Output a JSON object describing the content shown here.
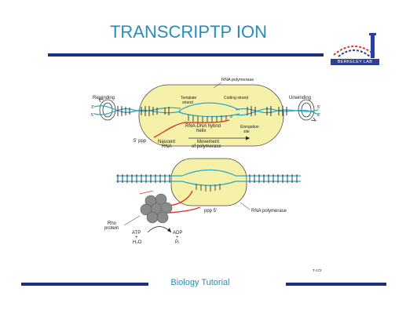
{
  "slide": {
    "title": "TRANSCRIPTP ION",
    "footer": "Biology Tutorial",
    "logo_text": "BERKELEY LAB"
  },
  "diagram": {
    "top": {
      "rna_polymerase": "RNA polymerase",
      "template_strand": "Template strand",
      "coding_strand": "Coding strand",
      "rewinding": "Rewinding",
      "unwinding": "Unwinding",
      "hybrid_line1": "RNA-DNA hybrid",
      "hybrid_line2": "helix",
      "elongation_line1": "Elongation",
      "elongation_line2": "site",
      "five_ppp": "5′ ppp",
      "nascent_line1": "Nascent",
      "nascent_line2": "RNA",
      "movement_line1": "Movement",
      "movement_line2": "of polymerase",
      "end_3_left": "3′",
      "end_5_left": "5′",
      "end_5_right": "5′",
      "end_3_right": "3′",
      "end_3_mid": "3′"
    },
    "bottom": {
      "rho_line1": "Rho",
      "rho_line2": "protein",
      "ppp5": "ppp 5′",
      "rna_polymerase": "RNA polymerase",
      "atp_line1": "ATP",
      "atp_line2": "+",
      "atp_line3": "H₂O",
      "adp_line1": "ADP",
      "adp_line2": "+",
      "adp_line3": "Pᵢ",
      "code": "T-172"
    }
  },
  "colors": {
    "title": "#2a8cb6",
    "bar": "#1a2f86",
    "polymerase_fill": "#f6f1a9",
    "dna_strand": "#2aa6c8",
    "rna": "#d9352b",
    "rho": "#8a8a8a"
  }
}
